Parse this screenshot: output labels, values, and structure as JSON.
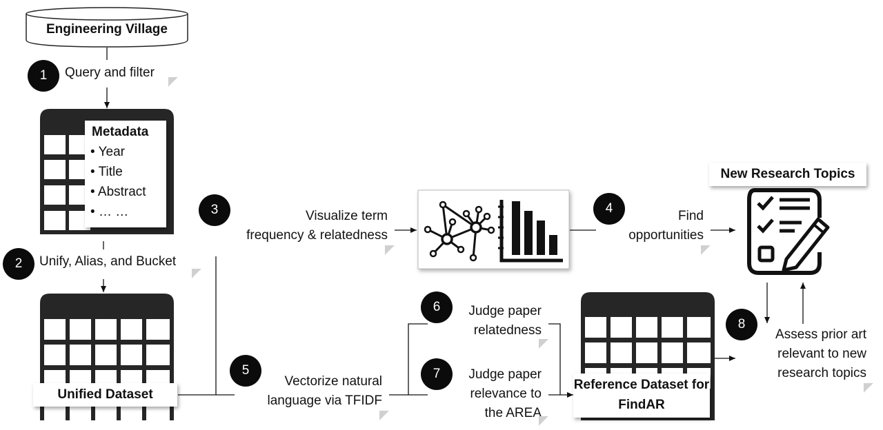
{
  "source": {
    "label": "Engineering Village"
  },
  "steps": [
    {
      "number": "1",
      "lines": [
        "Query and filter"
      ]
    },
    {
      "number": "2",
      "lines": [
        "Unify, Alias, and Bucket"
      ]
    },
    {
      "number": "3",
      "lines": [
        "Visualize term",
        "frequency & relatedness"
      ]
    },
    {
      "number": "4",
      "lines": [
        "Find",
        "opportunities"
      ]
    },
    {
      "number": "5",
      "lines": [
        "Vectorize natural",
        "language via TFIDF"
      ]
    },
    {
      "number": "6",
      "lines": [
        "Judge paper",
        "relatedness"
      ]
    },
    {
      "number": "7",
      "lines": [
        "Judge paper",
        "relevance to",
        "the AREA"
      ]
    },
    {
      "number": "8",
      "lines": [
        "Assess prior art",
        "relevant to new",
        "research topics"
      ]
    }
  ],
  "metadata": {
    "title": "Metadata",
    "items": [
      "Year",
      "Title",
      "Abstract",
      "… …"
    ]
  },
  "unified_dataset": {
    "label": "Unified Dataset"
  },
  "reference_dataset": {
    "lines": [
      "Reference Dataset",
      "for FindAR"
    ]
  },
  "new_topics": {
    "label": "New Research Topics"
  },
  "icons": [
    "database-icon",
    "table-icon",
    "network-graph-icon",
    "bar-chart-icon",
    "checklist-pencil-icon"
  ]
}
